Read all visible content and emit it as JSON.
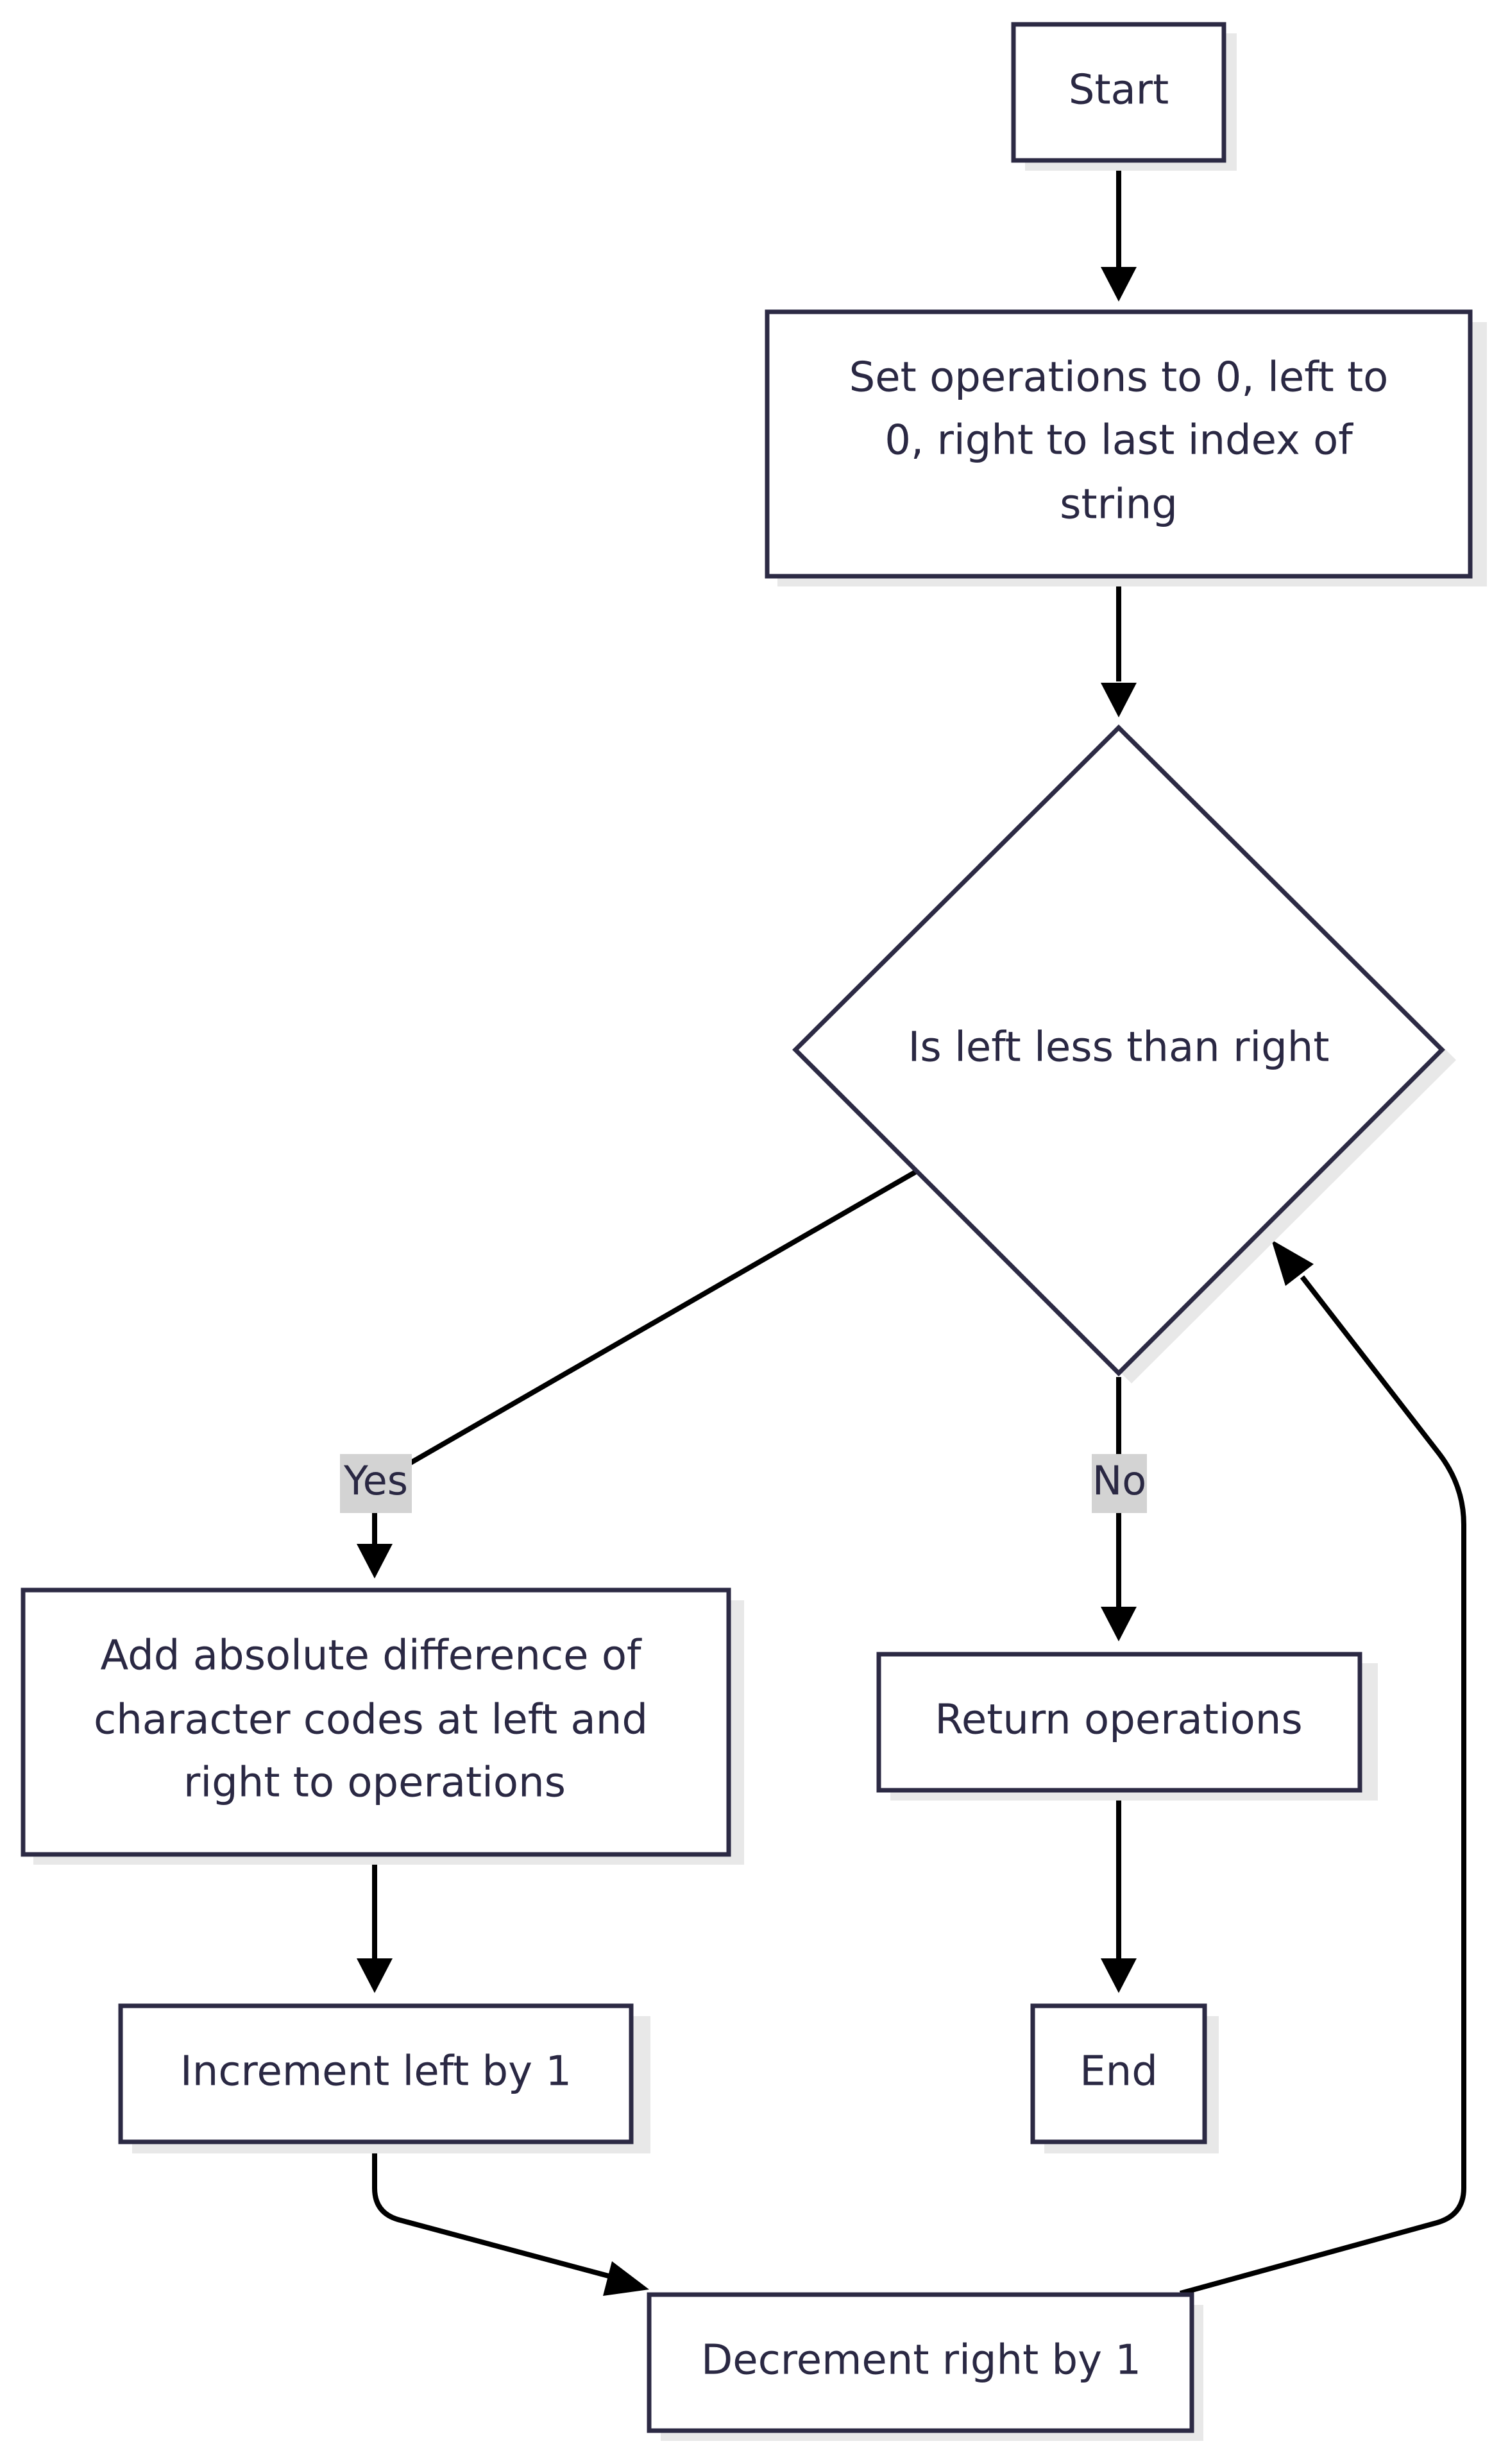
{
  "flowchart": {
    "nodes": {
      "start": {
        "label": "Start"
      },
      "init": {
        "lines": [
          "Set operations to 0, left to",
          "0, right to last index of",
          "string"
        ]
      },
      "decision": {
        "label": "Is left less than right"
      },
      "add_diff": {
        "lines": [
          "Add absolute difference of",
          "character codes at left and",
          "right to operations"
        ]
      },
      "increment_left": {
        "label": "Increment left by 1"
      },
      "return_ops": {
        "label": "Return operations"
      },
      "end": {
        "label": "End"
      },
      "decrement_right": {
        "label": "Decrement right by 1"
      }
    },
    "edges": {
      "yes_label": "Yes",
      "no_label": "No"
    }
  }
}
